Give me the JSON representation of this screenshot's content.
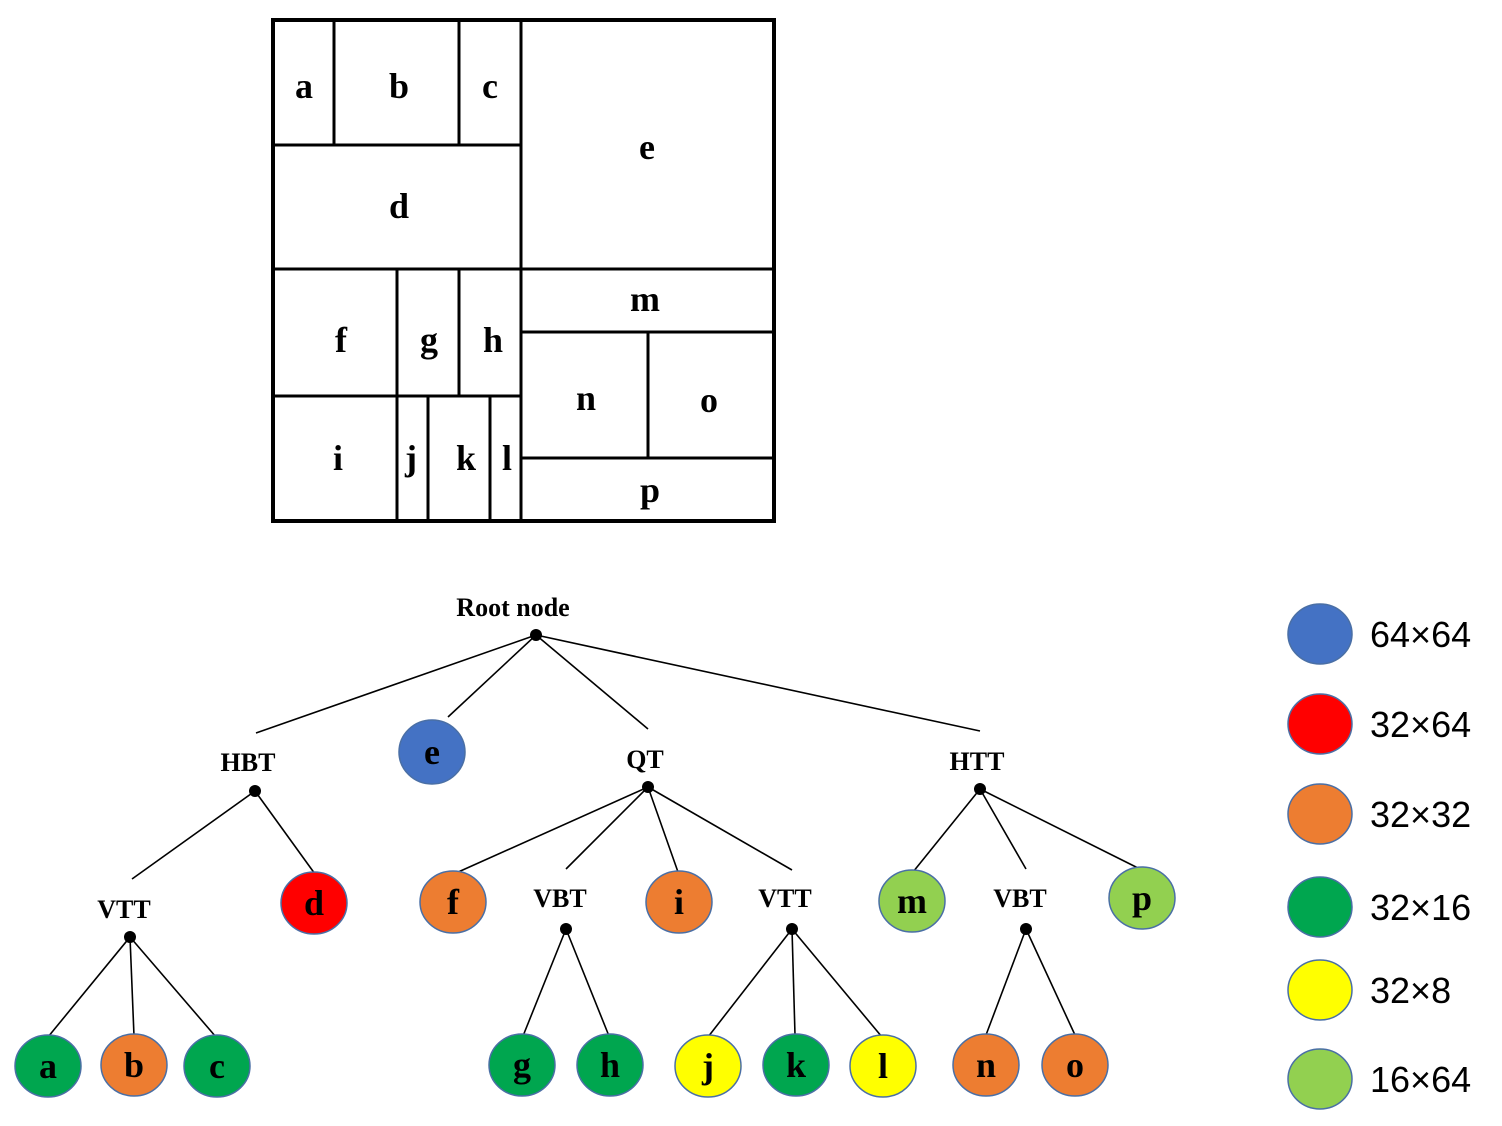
{
  "colors": {
    "blue": "#4472C4",
    "red": "#FF0000",
    "orange": "#ED7D31",
    "green": "#00A64F",
    "yellow": "#FFFF00",
    "lightgreen": "#92D050"
  },
  "partition": {
    "labels": [
      "a",
      "b",
      "c",
      "d",
      "e",
      "f",
      "g",
      "h",
      "i",
      "j",
      "k",
      "l",
      "m",
      "n",
      "o",
      "p"
    ]
  },
  "tree": {
    "root": "Root node",
    "split_nodes": {
      "hbt": "HBT",
      "qt": "QT",
      "htt": "HTT",
      "vtt_left": "VTT",
      "vbt_mid": "VBT",
      "vtt_mid": "VTT",
      "vbt_right": "VBT"
    },
    "leaves": [
      {
        "id": "e",
        "label": "e",
        "color": "blue"
      },
      {
        "id": "d",
        "label": "d",
        "color": "red"
      },
      {
        "id": "a",
        "label": "a",
        "color": "green"
      },
      {
        "id": "b",
        "label": "b",
        "color": "orange"
      },
      {
        "id": "c",
        "label": "c",
        "color": "green"
      },
      {
        "id": "f",
        "label": "f",
        "color": "orange"
      },
      {
        "id": "i",
        "label": "i",
        "color": "orange"
      },
      {
        "id": "g",
        "label": "g",
        "color": "green"
      },
      {
        "id": "h",
        "label": "h",
        "color": "green"
      },
      {
        "id": "j",
        "label": "j",
        "color": "yellow"
      },
      {
        "id": "k",
        "label": "k",
        "color": "green"
      },
      {
        "id": "l",
        "label": "l",
        "color": "yellow"
      },
      {
        "id": "m",
        "label": "m",
        "color": "lightgreen"
      },
      {
        "id": "p",
        "label": "p",
        "color": "lightgreen"
      },
      {
        "id": "n",
        "label": "n",
        "color": "orange"
      },
      {
        "id": "o",
        "label": "o",
        "color": "orange"
      }
    ]
  },
  "legend": [
    {
      "label": "64×64",
      "color": "blue"
    },
    {
      "label": "32×64",
      "color": "red"
    },
    {
      "label": "32×32",
      "color": "orange"
    },
    {
      "label": "32×16",
      "color": "green"
    },
    {
      "label": "32×8",
      "color": "yellow"
    },
    {
      "label": "16×64",
      "color": "lightgreen"
    }
  ]
}
